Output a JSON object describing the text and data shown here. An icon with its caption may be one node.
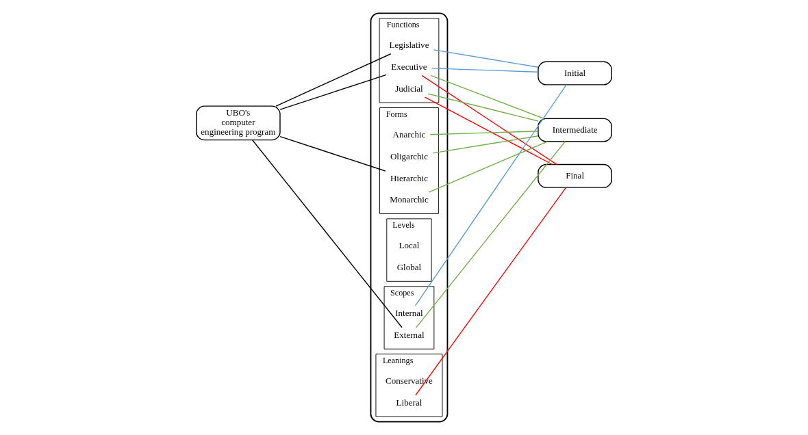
{
  "diagram": {
    "nodes": [
      {
        "text": [
          "UBO's computer engineering program"
        ]
      },
      {
        "text": [],
        "shape": "box"
      },
      {
        "text": [
          "Functions"
        ],
        "in": 1
      },
      {
        "text": [
          "Legislative"
        ],
        "in": 2
      },
      {
        "text": [
          "Executive"
        ],
        "in": 2
      },
      {
        "text": [
          "Judicial"
        ],
        "in": 2
      },
      {
        "text": [
          "Forms"
        ],
        "in": 1
      },
      {
        "text": [
          "Monarchic"
        ],
        "in": 6
      },
      {
        "text": [
          "Hierarchic"
        ],
        "in": 6
      },
      {
        "text": [
          "Oligarchic"
        ],
        "in": 6
      },
      {
        "text": [
          "Anarchic"
        ],
        "in": 6
      },
      {
        "text": [
          "Levels"
        ],
        "in": 1
      },
      {
        "text": [
          "Global"
        ],
        "in": 11
      },
      {
        "text": [
          "Local"
        ],
        "in": 11
      },
      {
        "text": [
          "Scopes"
        ],
        "in": 1
      },
      {
        "text": [
          "Internal"
        ],
        "in": 14
      },
      {
        "text": [
          "External"
        ],
        "in": 14
      },
      {
        "text": [
          "Leanings"
        ],
        "in": 1
      },
      {
        "text": [
          "Liberal"
        ],
        "in": 17
      },
      {
        "text": [
          "Conservative"
        ],
        "in": 17
      },
      {
        "text": [
          "Initial"
        ]
      },
      {
        "text": [
          "Intermediate"
        ]
      },
      {
        "text": [
          "Final"
        ]
      }
    ],
    "edges": [
      {
        "from": 0,
        "to": 3,
        "arrow": "none",
        "color": "#000000"
      },
      {
        "from": 0,
        "to": 4,
        "arrow": "none",
        "color": "#000000"
      },
      {
        "from": 0,
        "to": 8,
        "arrow": "none",
        "color": "#000000"
      },
      {
        "from": 0,
        "to": 16,
        "arrow": "none",
        "color": "#000000"
      },
      {
        "from": 3,
        "to": 20,
        "arrow": "none",
        "color": "#5b9bd5"
      },
      {
        "from": 4,
        "to": 20,
        "arrow": "none",
        "color": "#5b9bd5"
      },
      {
        "from": 15,
        "to": 20,
        "arrow": "none",
        "color": "#5b9bd5"
      },
      {
        "from": 4,
        "to": 21,
        "arrow": "none",
        "color": "#70ad47"
      },
      {
        "from": 5,
        "to": 21,
        "arrow": "none",
        "color": "#70ad47"
      },
      {
        "from": 7,
        "to": 21,
        "arrow": "none",
        "color": "#70ad47"
      },
      {
        "from": 9,
        "to": 21,
        "arrow": "none",
        "color": "#70ad47"
      },
      {
        "from": 10,
        "to": 21,
        "arrow": "none",
        "color": "#70ad47"
      },
      {
        "from": 16,
        "to": 21,
        "arrow": "none",
        "color": "#70ad47"
      },
      {
        "from": 4,
        "to": 22,
        "arrow": "none",
        "color": "#ff0000"
      },
      {
        "from": 5,
        "to": 22,
        "arrow": "none",
        "color": "#ff0000"
      },
      {
        "from": 18,
        "to": 22,
        "arrow": "none",
        "color": "#ff0000"
      }
    ]
  }
}
